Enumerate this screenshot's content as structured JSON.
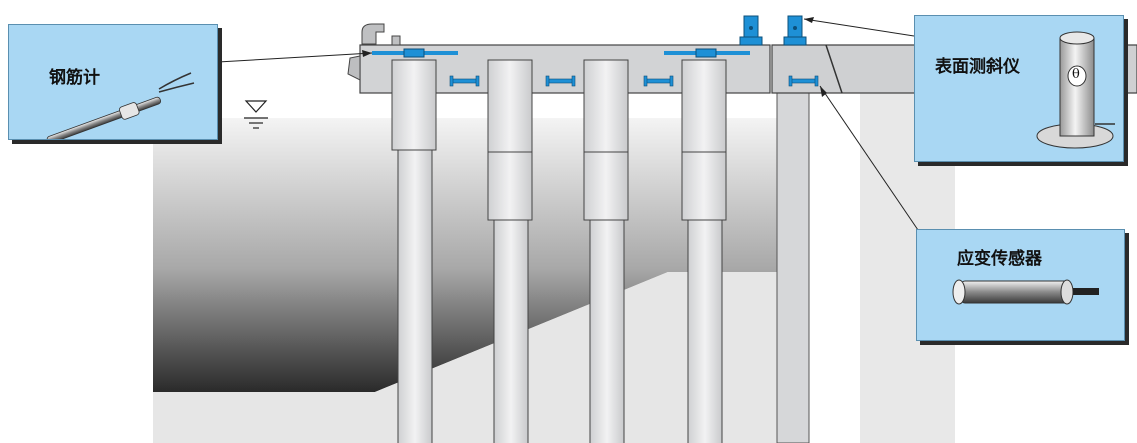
{
  "labels": {
    "rebar_gauge": "钢筋计",
    "surface_inclinometer": "表面测斜仪",
    "strain_sensor": "应变传感器"
  },
  "inclinometer_symbol": "θ",
  "icons": [
    "water-level-icon"
  ],
  "colors": {
    "sensor_blue": "#1e90d6",
    "callout_bg": "#a9d7f3",
    "structure_gray": "#d2d3d5",
    "line": "#222222"
  }
}
